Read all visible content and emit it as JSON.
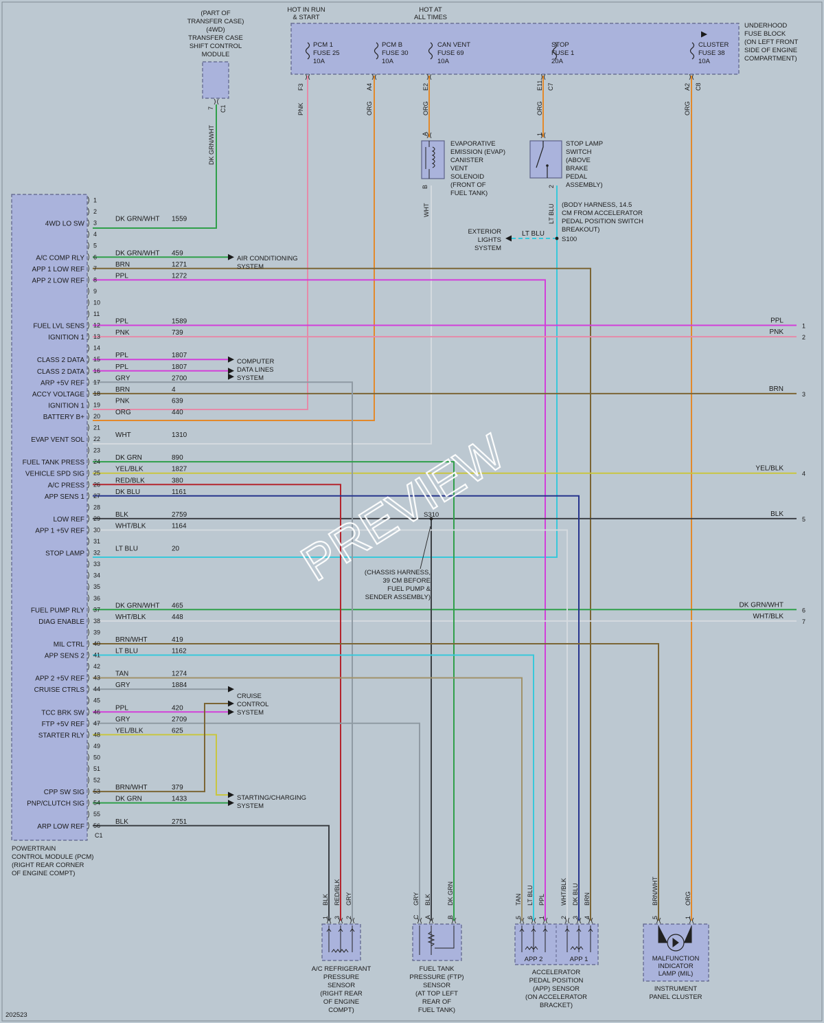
{
  "figure_id": "202523",
  "watermark": "PREVIEW",
  "colors": {
    "background": "#bcc8d1",
    "module_fill": "#aab3dc",
    "module_stroke": "#5c6288",
    "pnk": "#e68aa8",
    "org": "#e3892a",
    "ppl": "#d23fd9",
    "brn": "#7b6535",
    "grn": "#2f9f4a",
    "yel": "#c9c640",
    "red": "#b3242d",
    "blu": "#26348c",
    "ltblu": "#38c8da",
    "gry": "#8f9aa3",
    "blk": "#3b3f44",
    "wht": "#d4dadf",
    "tan": "#a0926a"
  },
  "pcm": {
    "connector": "C1",
    "label_lines": [
      "POWERTRAIN",
      "CONTROL MODULE (PCM)",
      "(RIGHT REAR CORNER",
      "OF ENGINE COMPT)"
    ],
    "pins": [
      {
        "n": "1"
      },
      {
        "n": "2"
      },
      {
        "n": "3",
        "label": "4WD LO SW",
        "color": "DK GRN/WHT",
        "circuit": "1559"
      },
      {
        "n": "4"
      },
      {
        "n": "5"
      },
      {
        "n": "6",
        "label": "A/C COMP RLY",
        "color": "DK GRN/WHT",
        "circuit": "459"
      },
      {
        "n": "7",
        "label": "APP 1 LOW REF",
        "color": "BRN",
        "circuit": "1271"
      },
      {
        "n": "8",
        "label": "APP 2 LOW REF",
        "color": "PPL",
        "circuit": "1272"
      },
      {
        "n": "9"
      },
      {
        "n": "10"
      },
      {
        "n": "11"
      },
      {
        "n": "12",
        "label": "FUEL LVL SENS",
        "color": "PPL",
        "circuit": "1589"
      },
      {
        "n": "13",
        "label": "IGNITION 1",
        "color": "PNK",
        "circuit": "739"
      },
      {
        "n": "14"
      },
      {
        "n": "15",
        "label": "CLASS 2 DATA",
        "color": "PPL",
        "circuit": "1807"
      },
      {
        "n": "16",
        "label": "CLASS 2 DATA",
        "color": "PPL",
        "circuit": "1807"
      },
      {
        "n": "17",
        "label": "ARP +5V REF",
        "color": "GRY",
        "circuit": "2700"
      },
      {
        "n": "18",
        "label": "ACCY VOLTAGE",
        "color": "BRN",
        "circuit": "4"
      },
      {
        "n": "19",
        "label": "IGNITION 1",
        "color": "PNK",
        "circuit": "639"
      },
      {
        "n": "20",
        "label": "BATTERY B+",
        "color": "ORG",
        "circuit": "440"
      },
      {
        "n": "21"
      },
      {
        "n": "22",
        "label": "EVAP VENT SOL",
        "color": "WHT",
        "circuit": "1310"
      },
      {
        "n": "23"
      },
      {
        "n": "24",
        "label": "FUEL TANK PRESS",
        "color": "DK GRN",
        "circuit": "890"
      },
      {
        "n": "25",
        "label": "VEHICLE SPD SIG",
        "color": "YEL/BLK",
        "circuit": "1827"
      },
      {
        "n": "26",
        "label": "A/C PRESS",
        "color": "RED/BLK",
        "circuit": "380"
      },
      {
        "n": "27",
        "label": "APP SENS 1",
        "color": "DK BLU",
        "circuit": "1161"
      },
      {
        "n": "28"
      },
      {
        "n": "29",
        "label": "LOW REF",
        "color": "BLK",
        "circuit": "2759"
      },
      {
        "n": "30",
        "label": "APP 1 +5V REF",
        "color": "WHT/BLK",
        "circuit": "1164"
      },
      {
        "n": "31"
      },
      {
        "n": "32",
        "label": "STOP LAMP",
        "color": "LT BLU",
        "circuit": "20"
      },
      {
        "n": "33"
      },
      {
        "n": "34"
      },
      {
        "n": "35"
      },
      {
        "n": "36"
      },
      {
        "n": "37",
        "label": "FUEL PUMP RLY",
        "color": "DK GRN/WHT",
        "circuit": "465"
      },
      {
        "n": "38",
        "label": "DIAG ENABLE",
        "color": "WHT/BLK",
        "circuit": "448"
      },
      {
        "n": "39"
      },
      {
        "n": "40",
        "label": "MIL CTRL",
        "color": "BRN/WHT",
        "circuit": "419"
      },
      {
        "n": "41",
        "label": "APP SENS 2",
        "color": "LT BLU",
        "circuit": "1162"
      },
      {
        "n": "42"
      },
      {
        "n": "43",
        "label": "APP 2 +5V REF",
        "color": "TAN",
        "circuit": "1274"
      },
      {
        "n": "44",
        "label": "CRUISE CTRLS",
        "color": "GRY",
        "circuit": "1884"
      },
      {
        "n": "45"
      },
      {
        "n": "46",
        "label": "TCC BRK SW",
        "color": "PPL",
        "circuit": "420"
      },
      {
        "n": "47",
        "label": "FTP +5V REF",
        "color": "GRY",
        "circuit": "2709"
      },
      {
        "n": "48",
        "label": "STARTER RLY",
        "color": "YEL/BLK",
        "circuit": "625"
      },
      {
        "n": "49"
      },
      {
        "n": "50"
      },
      {
        "n": "51"
      },
      {
        "n": "52"
      },
      {
        "n": "53",
        "label": "CPP SW SIG",
        "color": "BRN/WHT",
        "circuit": "379"
      },
      {
        "n": "54",
        "label": "PNP/CLUTCH SIG",
        "color": "DK GRN",
        "circuit": "1433"
      },
      {
        "n": "55"
      },
      {
        "n": "56",
        "label": "ARP LOW REF",
        "color": "BLK",
        "circuit": "2751"
      }
    ]
  },
  "fuse_block": {
    "label_lines": [
      "UNDERHOOD",
      "FUSE BLOCK",
      "(ON LEFT FRONT",
      "SIDE OF ENGINE",
      "COMPARTMENT)"
    ],
    "hot_run": [
      "HOT IN RUN",
      "& START"
    ],
    "hot_all": [
      "HOT AT",
      "ALL TIMES"
    ],
    "fuses": [
      {
        "lines": [
          "PCM 1",
          "FUSE 25",
          "10A"
        ],
        "pin": "F3",
        "connector": "",
        "wire": "PNK"
      },
      {
        "lines": [
          "PCM B",
          "FUSE 30",
          "10A"
        ],
        "pin": "A4",
        "connector": "",
        "wire": "ORG"
      },
      {
        "lines": [
          "CAN VENT",
          "FUSE 69",
          "10A"
        ],
        "pin": "E2",
        "connector": "",
        "wire": "ORG"
      },
      {
        "lines": [
          "STOP",
          "FUSE 1",
          "20A"
        ],
        "pin": "E11",
        "connector": "C7",
        "wire": "ORG"
      },
      {
        "lines": [
          "CLUSTER",
          "FUSE 38",
          "10A"
        ],
        "pin": "A2",
        "connector": "C8",
        "wire": "ORG"
      }
    ]
  },
  "transfer_case": {
    "label_lines": [
      "(PART OF",
      "TRANSFER CASE)",
      "(4WD)",
      "TRANSFER CASE",
      "SHIFT CONTROL",
      "MODULE"
    ],
    "pin": "7",
    "connector": "C1",
    "wire": "DK GRN/WHT"
  },
  "evap": {
    "label_lines": [
      "EVAPORATIVE",
      "EMISSION (EVAP)",
      "CANISTER",
      "VENT",
      "SOLENOID",
      "(FRONT OF",
      "FUEL TANK)"
    ],
    "pin_a": "A",
    "pin_b": "B",
    "wire_b": "WHT"
  },
  "stop_switch": {
    "label_lines": [
      "STOP LAMP",
      "SWITCH",
      "(ABOVE",
      "BRAKE",
      "PEDAL",
      "ASSEMBLY)"
    ],
    "pin1": "1",
    "pin2": "2",
    "wire2": "LT BLU"
  },
  "splice_s100": {
    "name": "S100",
    "note_lines": [
      "(BODY HARNESS, 14.5",
      "CM FROM ACCELERATOR",
      "PEDAL POSITION SWITCH",
      "BREAKOUT)"
    ],
    "exterior_lines": [
      "EXTERIOR",
      "LIGHTS",
      "SYSTEM"
    ],
    "exterior_wire": "LT BLU"
  },
  "splice_s310": {
    "name": "S310",
    "note_lines": [
      "(CHASSIS HARNESS,",
      "39 CM BEFORE",
      "FUEL PUMP &",
      "SENDER ASSEMBLY)"
    ]
  },
  "systems": {
    "air_conditioning": [
      "AIR CONDITIONING",
      "SYSTEM"
    ],
    "computer_data": [
      "COMPUTER",
      "DATA LINES",
      "SYSTEM"
    ],
    "cruise": [
      "CRUISE",
      "CONTROL",
      "SYSTEM"
    ],
    "starting": [
      "STARTING/CHARGING",
      "SYSTEM"
    ]
  },
  "right_outputs": [
    {
      "label": "PPL",
      "num": "1"
    },
    {
      "label": "PNK",
      "num": "2"
    },
    {
      "label": "BRN",
      "num": "3"
    },
    {
      "label": "YEL/BLK",
      "num": "4"
    },
    {
      "label": "BLK",
      "num": "5"
    },
    {
      "label": "DK GRN/WHT",
      "num": "6"
    },
    {
      "label": "WHT/BLK",
      "num": "7"
    }
  ],
  "ac_sensor": {
    "label_lines": [
      "A/C REFRIGERANT",
      "PRESSURE",
      "SENSOR",
      "(RIGHT REAR",
      "OF ENGINE",
      "COMPT)"
    ],
    "pins": [
      {
        "num": "1",
        "wire": "BLK"
      },
      {
        "num": "3",
        "wire": "RED/BLK"
      },
      {
        "num": "2",
        "wire": "GRY"
      }
    ]
  },
  "ftp_sensor": {
    "label_lines": [
      "FUEL TANK",
      "PRESSURE (FTP)",
      "SENSOR",
      "(AT TOP LEFT",
      "REAR OF",
      "FUEL TANK)"
    ],
    "pins": [
      {
        "num": "C",
        "wire": "GRY"
      },
      {
        "num": "A",
        "wire": "BLK"
      },
      {
        "num": "B",
        "wire": "DK GRN"
      }
    ]
  },
  "app_sensor": {
    "label_lines": [
      "ACCELERATOR",
      "PEDAL POSITION",
      "(APP) SENSOR",
      "(ON ACCELERATOR",
      "BRACKET)"
    ],
    "inner": [
      "APP 2",
      "APP 1"
    ],
    "pins": [
      {
        "num": "5",
        "wire": "TAN"
      },
      {
        "num": "6",
        "wire": "LT BLU"
      },
      {
        "num": "1",
        "wire": "PPL"
      },
      {
        "num": "2",
        "wire": "WHT/BLK"
      },
      {
        "num": "3",
        "wire": "DK BLU"
      },
      {
        "num": "4",
        "wire": "BRN"
      }
    ]
  },
  "mil": {
    "inner_lines": [
      "MALFUNCTION",
      "INDICATOR",
      "LAMP (MIL)"
    ],
    "label_lines": [
      "INSTRUMENT",
      "PANEL CLUSTER"
    ],
    "pins": [
      {
        "num": "5",
        "wire": "BRN/WHT"
      },
      {
        "num": "1",
        "wire": "ORG"
      }
    ]
  }
}
